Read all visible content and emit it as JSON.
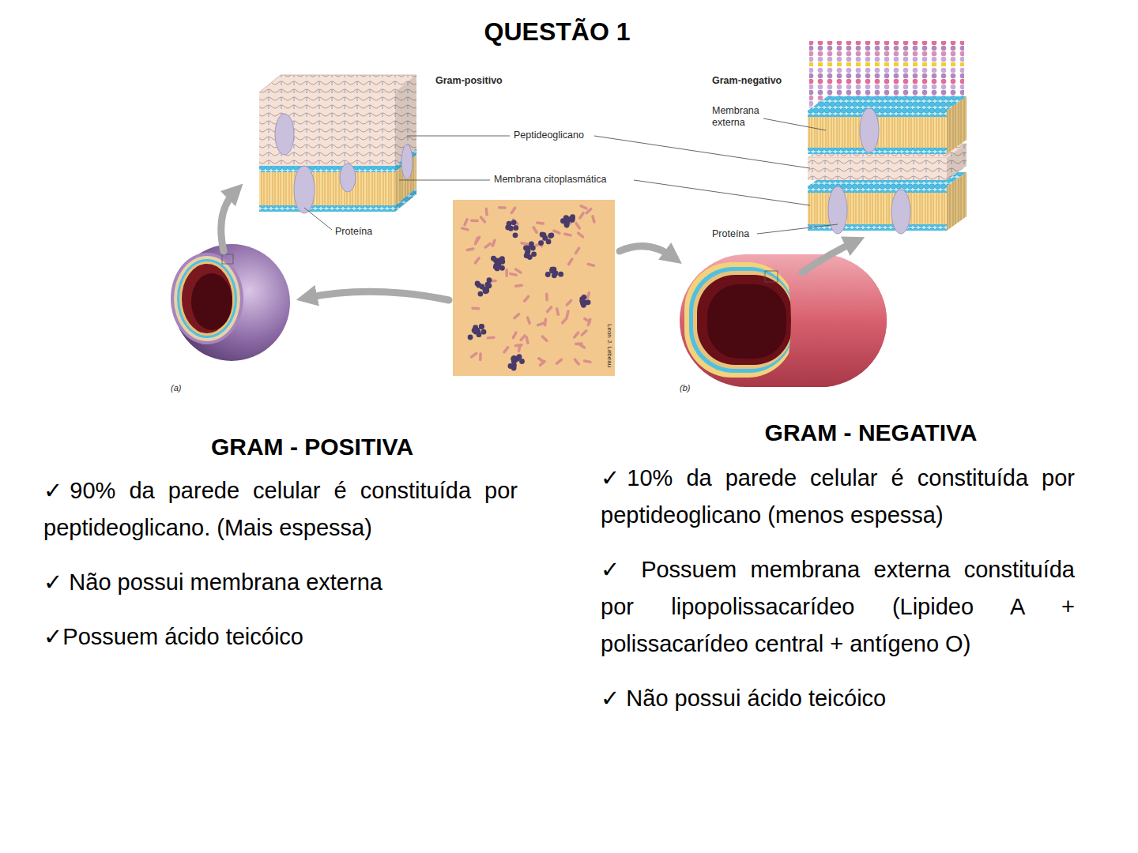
{
  "diagram": {
    "title": "QUESTÃO 1",
    "labels": [
      "Gram-positivo",
      "Gram-negativo",
      "Membrana externa",
      "Peptideoglicano",
      "Membrana citoplasmática",
      "Proteína",
      "Proteína",
      "Leon J. Lebeau",
      "(a)",
      "(b)",
      "GRAM - POSITIVA",
      "✓90% da parede celular é constituída por peptideoglicano. (Mais espessa)",
      "✓ Não possui membrana externa",
      "✓Possuem ácido teicóico",
      "GRAM - NEGATIVA",
      "✓10% da parede celular é constituída por peptideoglicano (menos espessa)",
      "✓ Possuem membrana externa constituída por lipopolissacarídeo (Lipideo A + polissacarídeo central + antígeno O)",
      "✓ Não possui ácido teicóico"
    ]
  }
}
